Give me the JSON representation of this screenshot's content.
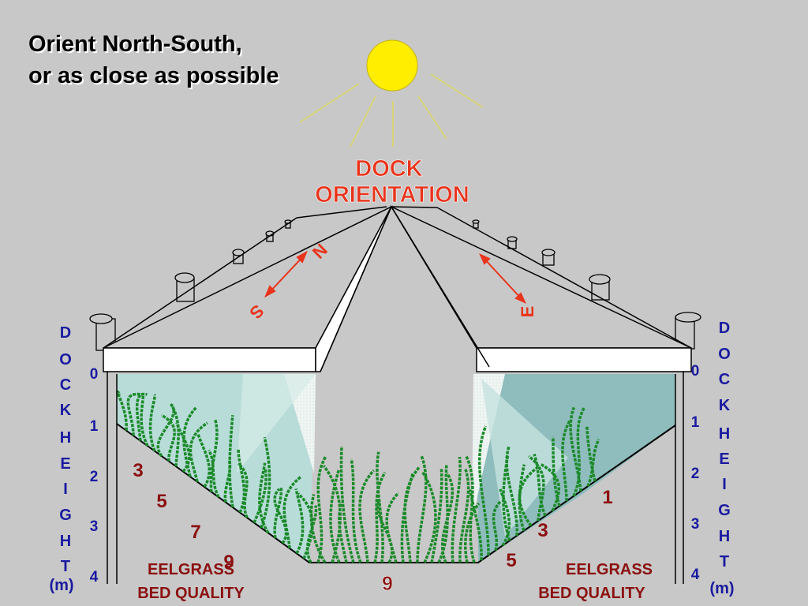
{
  "title": {
    "line1": "Orient North-South,",
    "line2": "or as close as possible"
  },
  "dock_orientation": {
    "line1": "DOCK",
    "line2": "ORIENTATION"
  },
  "compass": {
    "north": "N",
    "south": "S",
    "east": "E"
  },
  "left_axis": {
    "letters": [
      "D",
      "O",
      "C",
      "K",
      "H",
      "E",
      "I",
      "G",
      "H",
      "T"
    ],
    "unit": "(m)",
    "ticks": [
      "0",
      "1",
      "2",
      "3",
      "4"
    ]
  },
  "right_axis": {
    "letters": [
      "D",
      "O",
      "C",
      "K",
      "H",
      "E",
      "I",
      "G",
      "H",
      "T"
    ],
    "unit": "(m)",
    "ticks": [
      "0",
      "1",
      "2",
      "3",
      "4"
    ]
  },
  "left_quality": {
    "values": [
      "3",
      "5",
      "7",
      "9"
    ],
    "label_line1": "EELGRASS",
    "label_line2": "BED QUALITY"
  },
  "right_quality": {
    "values": [
      "1",
      "3",
      "5"
    ],
    "label_line1": "EELGRASS",
    "label_line2": "BED QUALITY"
  },
  "center_quality": "9",
  "colors": {
    "background": "#c8c8c8",
    "sun": "#ffee00",
    "red_text": "#e8341c",
    "dark_red": "#8b1010",
    "blue_text": "#1a1aa0",
    "grass": "#1b8a2a",
    "water_light": "#b8dcd8",
    "water_dark": "#8fbcbc"
  }
}
